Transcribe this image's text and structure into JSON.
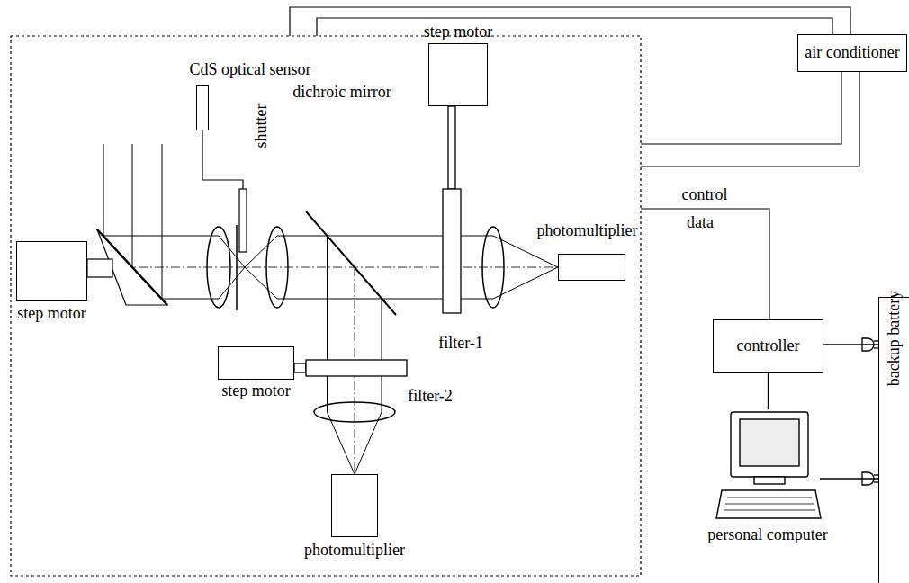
{
  "diagram": {
    "nodes": [
      {
        "text": [
          "air conditioner"
        ]
      },
      {
        "text": [
          "CdS optical sensor"
        ]
      },
      {
        "text": [
          "step motor"
        ]
      },
      {
        "text": [
          "step motor"
        ]
      },
      {
        "text": [
          "photomultiplier"
        ]
      },
      {
        "text": [
          "step motor"
        ]
      },
      {
        "text": [
          "controller"
        ]
      },
      {
        "text": [
          "personal computer"
        ]
      },
      {
        "text": [
          "photomultiplier"
        ]
      },
      {
        "text": [
          "backup battery"
        ]
      }
    ],
    "edges": [
      {
        "from": 6,
        "to": 7,
        "arrow": "none"
      },
      {
        "from": 6,
        "to": 9,
        "arrow": "none"
      },
      {
        "from": 7,
        "to": 9,
        "arrow": "none"
      }
    ],
    "labels": [
      "shutter",
      "dichroic mirror",
      "filter-1",
      "filter-2",
      "control",
      "data"
    ]
  }
}
